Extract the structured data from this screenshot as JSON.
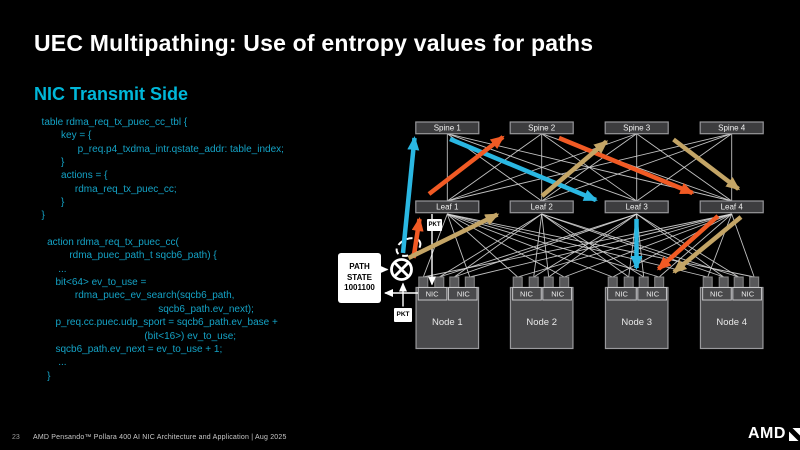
{
  "slide": {
    "title": "UEC Multipathing: Use of entropy values for paths",
    "subtitle": "NIC Transmit Side",
    "footer": {
      "page_number": "23",
      "text": "AMD Pensando™ Pollara 400 AI NIC Architecture and Application   |   Aug 2025",
      "logo_text": "AMD"
    }
  },
  "code": {
    "color": "#14a3c6",
    "lines": [
      "  table rdma_req_tx_puec_cc_tbl {",
      "         key = {",
      "               p_req.p4_txdma_intr.qstate_addr: table_index;",
      "         }",
      "         actions = {",
      "              rdma_req_tx_puec_cc;",
      "         }",
      "  }",
      "",
      "    action rdma_req_tx_puec_cc(",
      "            rdma_puec_path_t sqcb6_path) {",
      "        ...",
      "       bit<64> ev_to_use =",
      "              rdma_puec_ev_search(sqcb6_path,",
      "                                            sqcb6_path.ev_next);",
      "       p_req.cc.puec.udp_sport = sqcb6_path.ev_base +",
      "                                       (bit<16>) ev_to_use;",
      "       sqcb6_path.ev_next = ev_to_use + 1;",
      "        ...",
      "    }"
    ]
  },
  "diagram": {
    "spines": [
      "Spine 1",
      "Spine 2",
      "Spine 3",
      "Spine 4"
    ],
    "leaves": [
      "Leaf 1",
      "Leaf 2",
      "Leaf 3",
      "Leaf 4"
    ],
    "nodes": [
      "Node 1",
      "Node 2",
      "Node 3",
      "Node 4"
    ],
    "nic_label": "NIC",
    "pkt_label": "PKT",
    "path_state": {
      "line1": "PATH",
      "line2": "STATE",
      "line3": "1001100"
    },
    "colors": {
      "mesh_line": "#d6d6d6",
      "box_fill": "#3d3d3f",
      "node_fill": "#4a4a4c",
      "accent_cyan": "#2ab7e2",
      "accent_orange": "#f15a24",
      "accent_tan": "#c4a566"
    },
    "paths": [
      {
        "name": "cyan-path",
        "color": "#2ab7e2",
        "segments": [
          [
            403,
            253,
            414.5,
            138
          ],
          [
            450,
            139,
            596,
            200
          ],
          [
            636.5,
            219,
            636.5,
            268
          ]
        ]
      },
      {
        "name": "orange-path",
        "color": "#f15a24",
        "segments": [
          [
            413.5,
            258,
            419.5,
            219
          ],
          [
            429,
            194,
            503,
            137
          ],
          [
            559,
            138,
            692.5,
            193
          ],
          [
            718,
            216,
            658.5,
            269
          ]
        ]
      },
      {
        "name": "tan-path",
        "color": "#c4a566",
        "segments": [
          [
            408.5,
            258,
            497.5,
            214.5
          ],
          [
            542,
            196,
            606.5,
            141.5
          ],
          [
            673.5,
            139.5,
            738.5,
            189
          ],
          [
            741,
            217,
            674,
            272
          ]
        ]
      }
    ]
  }
}
